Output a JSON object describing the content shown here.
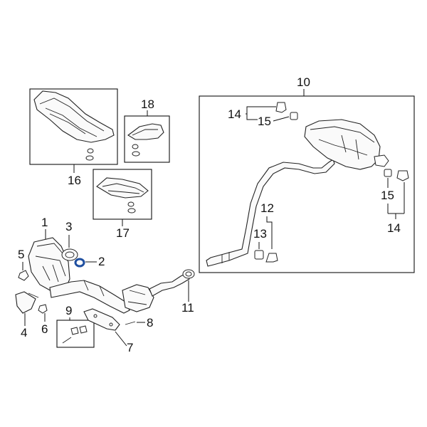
{
  "callouts": {
    "c1": "1",
    "c2": "2",
    "c3": "3",
    "c4": "4",
    "c5": "5",
    "c6": "6",
    "c7": "7",
    "c8": "8",
    "c9": "9",
    "c10": "10",
    "c11": "11",
    "c12": "12",
    "c13": "13",
    "c14a": "14",
    "c14b": "14",
    "c15a": "15",
    "c15b": "15",
    "c16": "16",
    "c17": "17",
    "c18": "18"
  },
  "colors": {
    "line": "#222222",
    "highlight": "#1f4fa0"
  }
}
